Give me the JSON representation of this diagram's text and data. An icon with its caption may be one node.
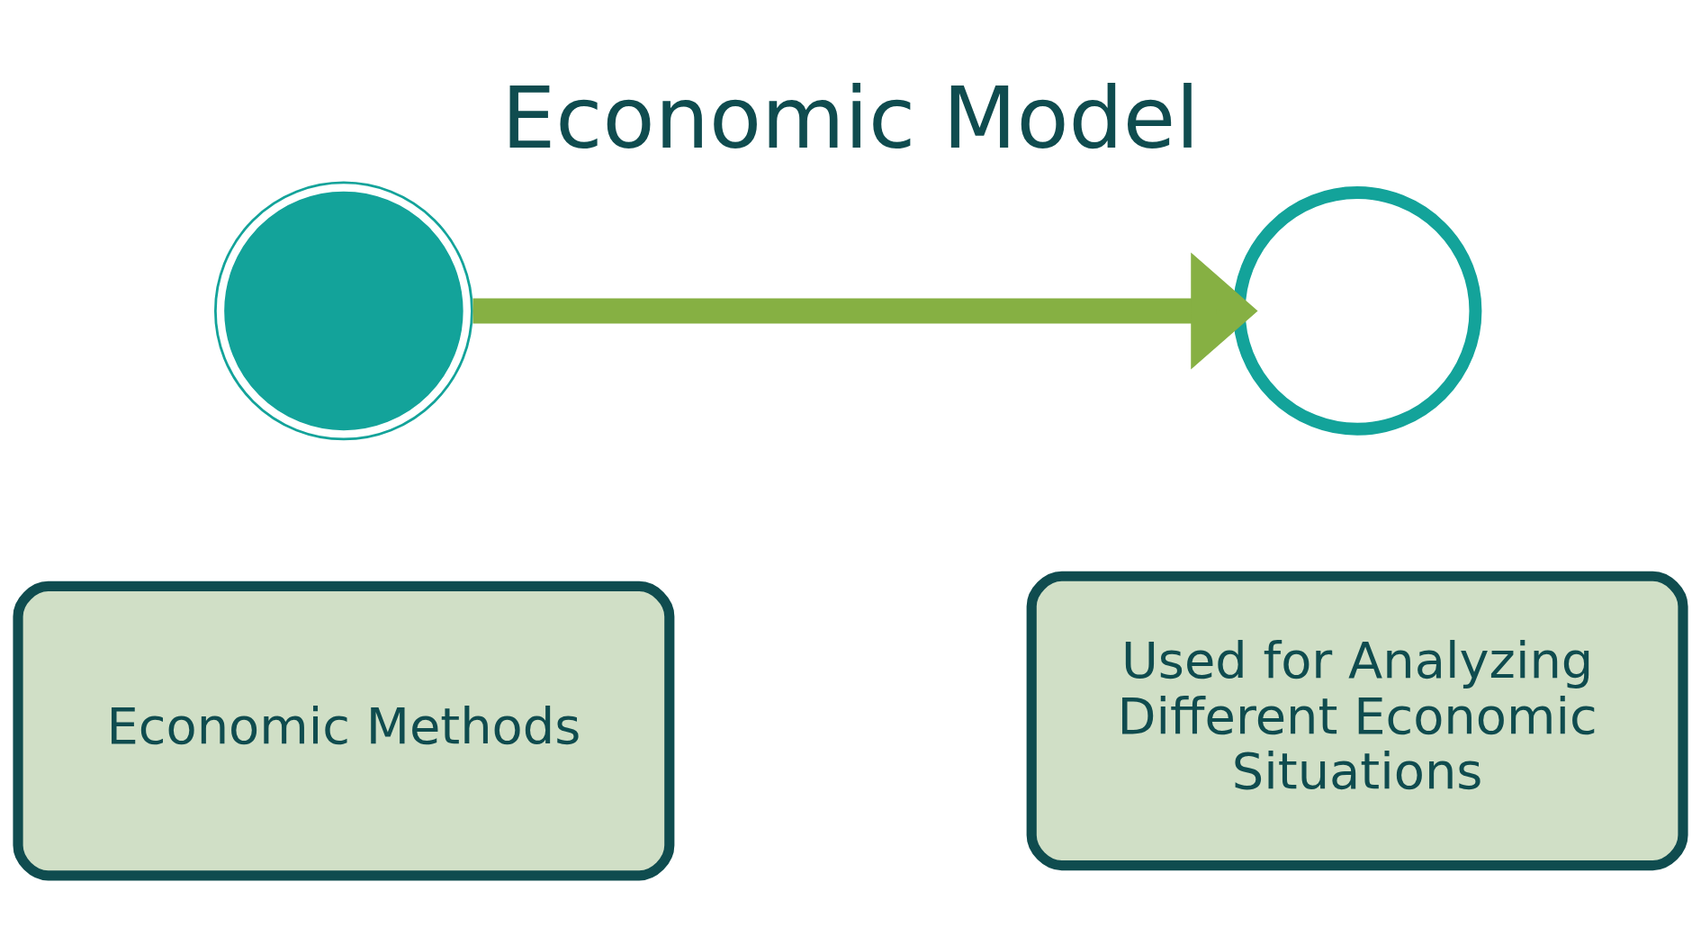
{
  "diagram": {
    "title": "Economic Model",
    "nodes": [
      {
        "text": [],
        "shape": "gear"
      },
      {
        "text": [
          "Economic Methods"
        ]
      },
      {
        "text": [],
        "shape": "magnifier"
      },
      {
        "text": [
          "Used for Analyzing Different Economic Situations"
        ]
      }
    ],
    "edges": [
      {
        "from": 0,
        "to": 2,
        "arrow": "to",
        "color": "#86b043"
      }
    ]
  }
}
